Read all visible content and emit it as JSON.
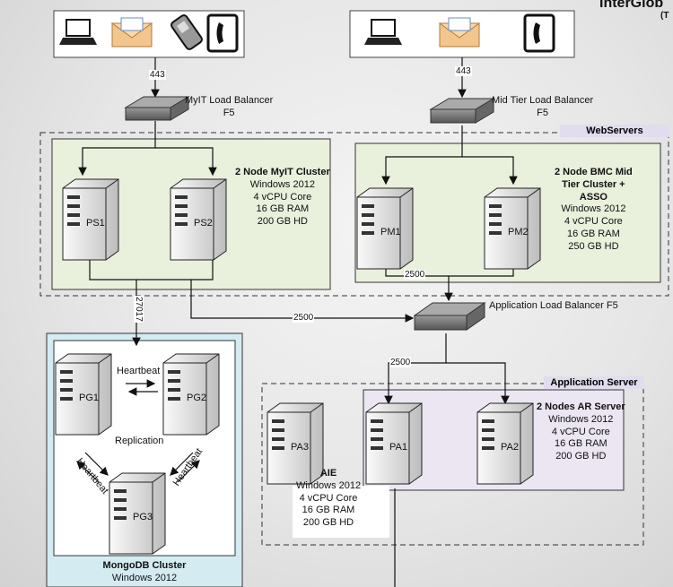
{
  "header": {
    "title_partial": "InterGlob",
    "subtitle_partial": "(T"
  },
  "client_groups": [
    {
      "name": "myit-clients",
      "icons": [
        "laptop-icon",
        "envelope-icon",
        "mobile-phone-icon",
        "telephone-icon"
      ],
      "port": "443"
    },
    {
      "name": "midtier-clients",
      "icons": [
        "laptop-icon",
        "envelope-icon",
        "telephone-icon"
      ],
      "port": "443"
    }
  ],
  "load_balancers": {
    "myit": {
      "line1": "MyIT Load Balancer",
      "line2": "F5"
    },
    "midtier": {
      "line1": "Mid Tier Load Balancer",
      "line2": "F5"
    },
    "application": {
      "line1": "Application Load Balancer F5"
    }
  },
  "zones": {
    "webservers": "WebServers",
    "application_server": "Application Server"
  },
  "clusters": {
    "myit": {
      "title": "2 Node MyIT Cluster",
      "os": "Windows 2012",
      "cpu": "4 vCPU Core",
      "ram": "16  GB RAM",
      "disk": "200 GB HD",
      "servers": [
        "PS1",
        "PS2"
      ]
    },
    "midtier": {
      "title_l1": "2 Node BMC Mid",
      "title_l2": "Tier Cluster +",
      "title_l3": "ASSO",
      "os": "Windows 2012",
      "cpu": "4 vCPU Core",
      "ram": "16  GB RAM",
      "disk": "250 GB HD",
      "servers": [
        "PM1",
        "PM2"
      ]
    },
    "mongodb": {
      "title": "MongoDB Cluster",
      "os": "Windows 2012",
      "servers": [
        "PG1",
        "PG2",
        "PG3"
      ],
      "heartbeat": "Heartbeat",
      "replication": "Replication"
    },
    "ar": {
      "title": "2 Nodes AR Server",
      "os": "Windows 2012",
      "cpu": "4 vCPU Core",
      "ram": "16  GB RAM",
      "disk": "200 GB HD",
      "servers": [
        "PA1",
        "PA2"
      ]
    },
    "aie": {
      "title": "AIE",
      "os": "Windows 2012",
      "cpu": "4 vCPU Core",
      "ram": "16  GB RAM",
      "disk": "200 GB HD",
      "servers": [
        "PA3"
      ]
    }
  },
  "ports": {
    "mongo": "27017",
    "app_lb_in": "2500",
    "pm_link": "2500",
    "app_lb_out": "2500"
  }
}
